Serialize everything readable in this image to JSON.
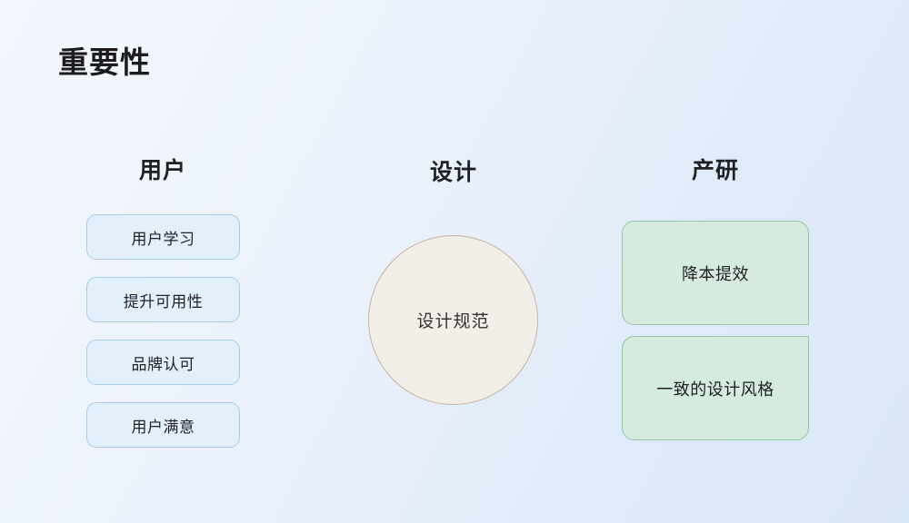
{
  "slide": {
    "title": "重要性",
    "background": {
      "from": "#f3f7fd",
      "to": "#d9e8f8"
    }
  },
  "columns": {
    "user": {
      "heading": "用户",
      "accent_border": "#a9cde9",
      "accent_fill": "#e2f0fc",
      "items": [
        {
          "label": "用户学习"
        },
        {
          "label": "提升可用性"
        },
        {
          "label": "品牌认可"
        },
        {
          "label": "用户满意"
        }
      ]
    },
    "design": {
      "heading": "设计",
      "accent_border": "#c7b39b",
      "accent_fill": "#f2efe9",
      "center_label": "设计规范"
    },
    "rd": {
      "heading": "产研",
      "accent_border": "#92c6a7",
      "accent_fill": "#d6ebe0",
      "items": [
        {
          "label": "降本提效"
        },
        {
          "label": "一致的设计风格"
        }
      ]
    }
  }
}
